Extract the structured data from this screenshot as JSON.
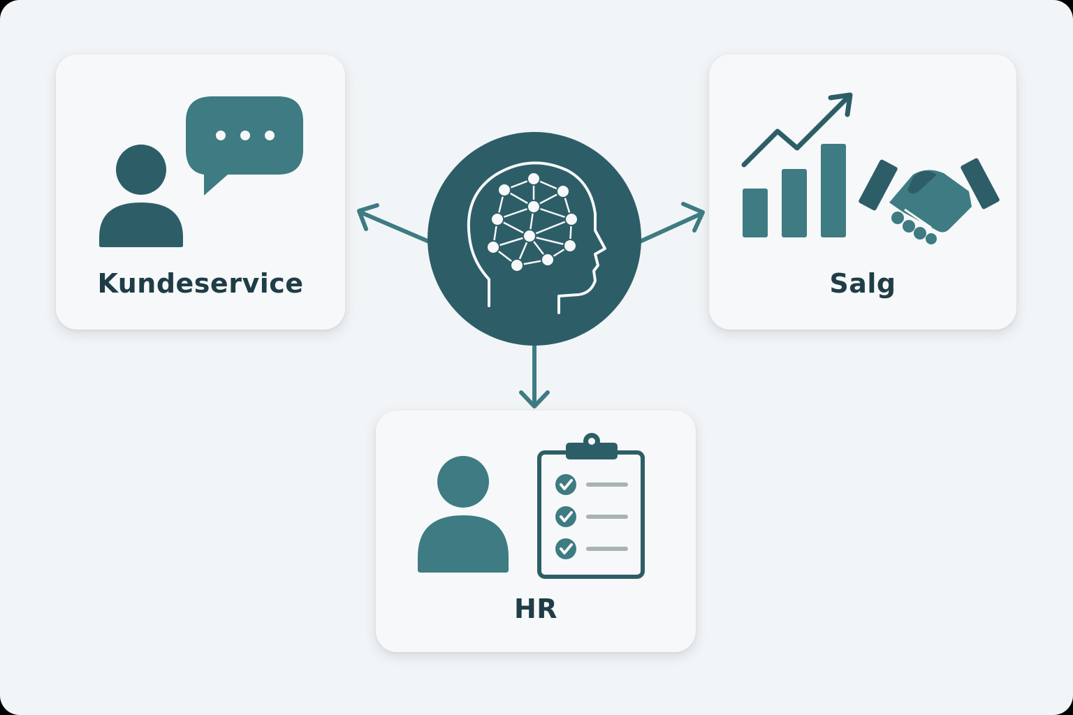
{
  "colors": {
    "background": "#f2f5f7",
    "card": "#f7f8f9",
    "primary_dark": "#2d5e68",
    "primary": "#3e7b82",
    "text": "#1f3d46",
    "list_line": "#a7b3b6"
  },
  "center": {
    "icon": "ai-brain-network-icon"
  },
  "nodes": [
    {
      "id": "kundeservice",
      "label": "Kundeservice",
      "icons": [
        "person-icon",
        "chat-bubble-icon"
      ]
    },
    {
      "id": "salg",
      "label": "Salg",
      "icons": [
        "growth-chart-icon",
        "handshake-icon"
      ]
    },
    {
      "id": "hr",
      "label": "HR",
      "icons": [
        "person-icon",
        "checklist-clipboard-icon"
      ]
    }
  ]
}
